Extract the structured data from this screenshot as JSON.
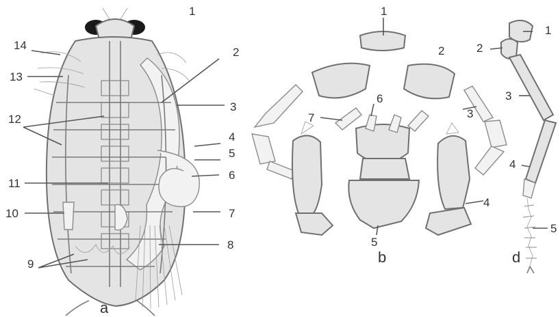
{
  "panels": [
    {
      "letter": "a",
      "labels": [
        "1",
        "2",
        "3",
        "4",
        "5",
        "6",
        "7",
        "8",
        "9",
        "10",
        "11",
        "12",
        "13",
        "14"
      ]
    },
    {
      "letter": "b",
      "labels": [
        "1",
        "2",
        "3",
        "4",
        "5",
        "6",
        "7"
      ]
    },
    {
      "letter": "d",
      "labels": [
        "1",
        "2",
        "3",
        "4",
        "5"
      ]
    }
  ]
}
